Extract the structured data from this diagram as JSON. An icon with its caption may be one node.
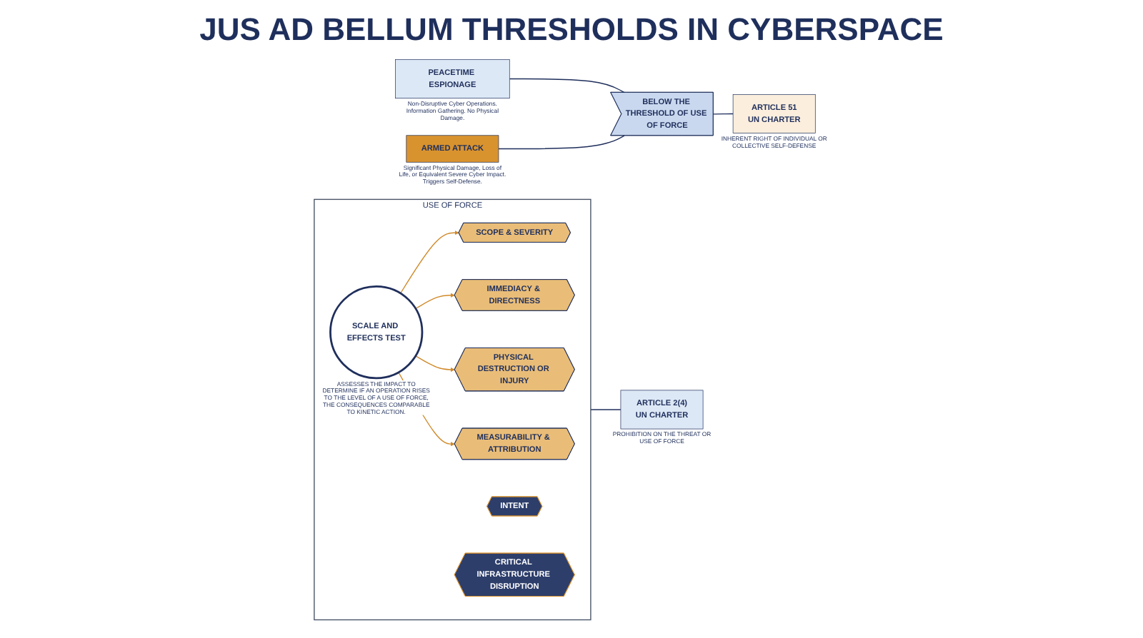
{
  "diagram": {
    "title": "JUS AD BELLUM THRESHOLDS IN CYBERSPACE",
    "nodes": [
      {
        "text": [
          "PEACETIME ESPIONAGE"
        ],
        "beside": [
          "Non-Disruptive Cyber Operations. Information Gathering. No Physical Damage."
        ]
      },
      {
        "text": [
          "USE OF FORCE"
        ]
      },
      {
        "text": [
          "ARMED ATTACK"
        ],
        "beside": [
          "Significant Physical Damage, Loss of Life, or Equivalent Severe Cyber Impact. Triggers Self-Defense."
        ]
      },
      {
        "text": [
          "BELOW THE THRESHOLD OF USE OF FORCE"
        ]
      },
      {
        "text": [
          "SCALE AND EFFECTS TEST"
        ],
        "beside": [
          "ASSESSES THE IMPACT TO DETERMINE IF AN OPERATION RISES TO THE LEVEL OF A USE OF FORCE, THE CONSEQUENCES COMPARABLE TO KINETIC ACTION."
        ],
        "in": 1
      },
      {
        "text": [
          "SCOPE & SEVERITY"
        ],
        "in": 1
      },
      {
        "text": [
          "IMMEDIACY & DIRECTNESS"
        ],
        "in": 1
      },
      {
        "text": [
          "PHYSICAL DESTRUCTION OR INJURY"
        ],
        "in": 1
      },
      {
        "text": [
          "MEASURABILITY & ATTRIBUTION"
        ],
        "in": 1
      },
      {
        "text": [
          "INTENT"
        ],
        "in": 1
      },
      {
        "text": [
          "CRITICAL INFRASTRUCTURE DISRUPTION"
        ],
        "in": 1
      },
      {
        "text": [
          "ARTICLE 2(4)",
          "UN CHARTER"
        ],
        "beside": [
          "PROHIBITION ON THE THREAT OR USE OF FORCE"
        ]
      },
      {
        "text": [
          "ARTICLE 51",
          "UN CHARTER"
        ],
        "beside": [
          "INHERENT RIGHT OF INDIVIDUAL OR COLLECTIVE SELF-DEFENSE"
        ]
      }
    ],
    "edges": [
      {
        "from": 0,
        "to": 3,
        "arrow": "none"
      },
      {
        "from": 2,
        "to": 3,
        "arrow": "none"
      },
      {
        "from": 4,
        "to": 5,
        "arrow": "to",
        "color": "#d08a2a"
      },
      {
        "from": 4,
        "to": 6,
        "arrow": "to",
        "color": "#d08a2a"
      },
      {
        "from": 4,
        "to": 7,
        "arrow": "to",
        "color": "#d08a2a"
      },
      {
        "from": 4,
        "to": 8,
        "arrow": "to",
        "color": "#d08a2a"
      },
      {
        "from": 1,
        "to": 11,
        "arrow": "none"
      },
      {
        "from": 3,
        "to": 12,
        "arrow": "none"
      }
    ]
  }
}
